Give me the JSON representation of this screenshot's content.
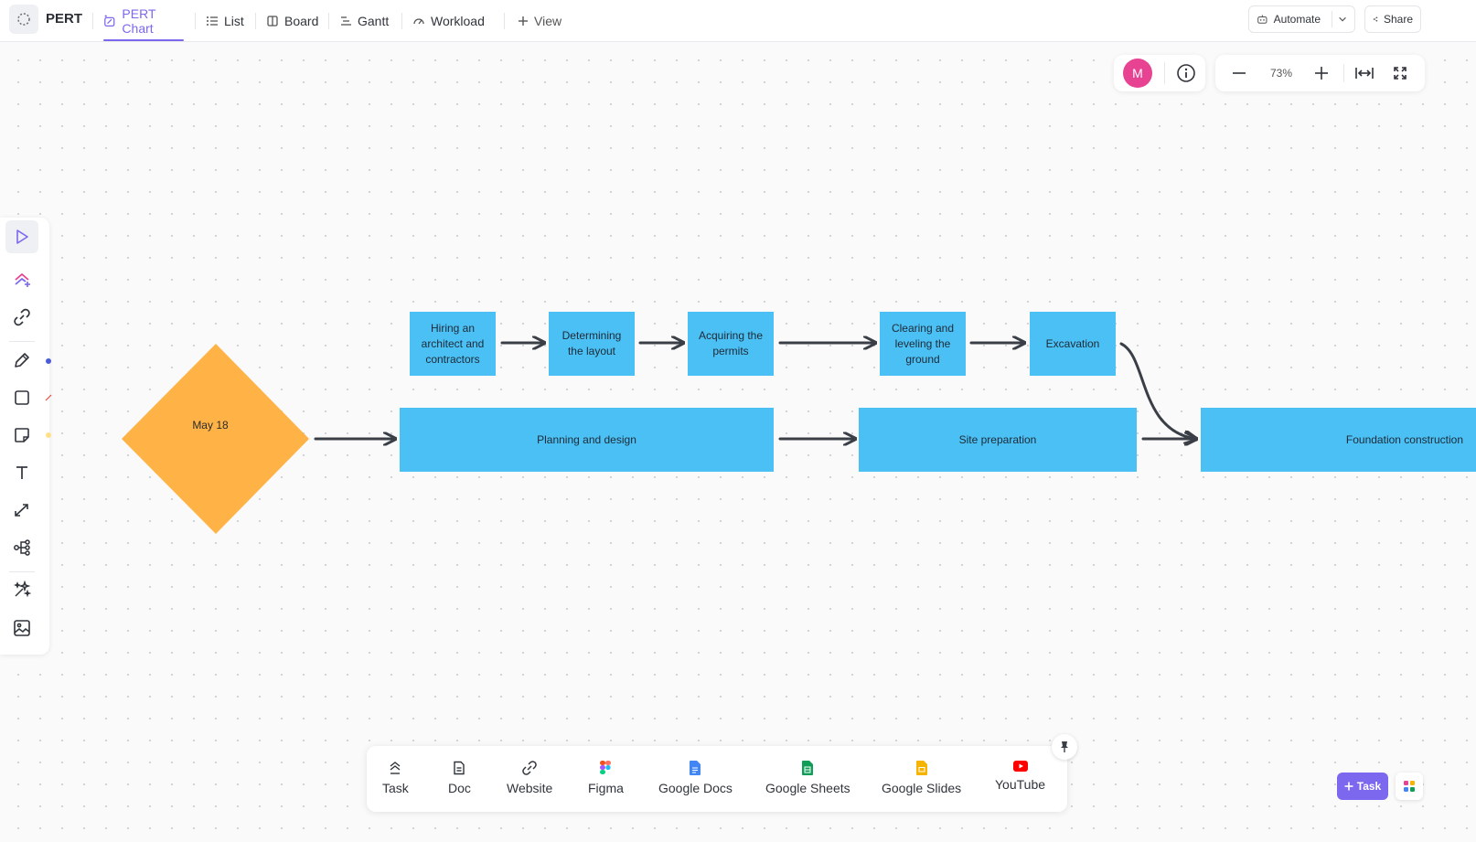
{
  "header": {
    "space_name": "PERT",
    "tabs": [
      {
        "label": "PERT Chart",
        "icon": "pert-chart-icon",
        "active": true
      },
      {
        "label": "List",
        "icon": "list-icon"
      },
      {
        "label": "Board",
        "icon": "board-icon"
      },
      {
        "label": "Gantt",
        "icon": "gantt-icon"
      },
      {
        "label": "Workload",
        "icon": "workload-icon"
      }
    ],
    "add_view_label": "View",
    "automate_label": "Automate",
    "share_label": "Share"
  },
  "canvas_controls": {
    "avatar_initial": "M",
    "zoom_level": "73%"
  },
  "chart": {
    "start_milestone": "May 18",
    "phases": [
      "Planning and design",
      "Site preparation",
      "Foundation construction"
    ],
    "tasks": [
      "Hiring an architect and contractors",
      "Determining the layout",
      "Acquiring the permits",
      "Clearing and leveling the ground",
      "Excavation"
    ]
  },
  "colors": {
    "accent": "#7b68ee",
    "task_fill": "#4bc0f5",
    "milestone_fill": "#ffb347",
    "avatar": "#e84393",
    "arrow": "#3a3f47"
  },
  "dock": {
    "items": [
      {
        "label": "Task",
        "icon": "task-icon"
      },
      {
        "label": "Doc",
        "icon": "doc-icon"
      },
      {
        "label": "Website",
        "icon": "link-icon"
      },
      {
        "label": "Figma",
        "icon": "figma-icon"
      },
      {
        "label": "Google Docs",
        "icon": "google-docs-icon"
      },
      {
        "label": "Google Sheets",
        "icon": "google-sheets-icon"
      },
      {
        "label": "Google Slides",
        "icon": "google-slides-icon"
      },
      {
        "label": "YouTube",
        "icon": "youtube-icon"
      }
    ]
  },
  "fab": {
    "task_label": "Task"
  }
}
